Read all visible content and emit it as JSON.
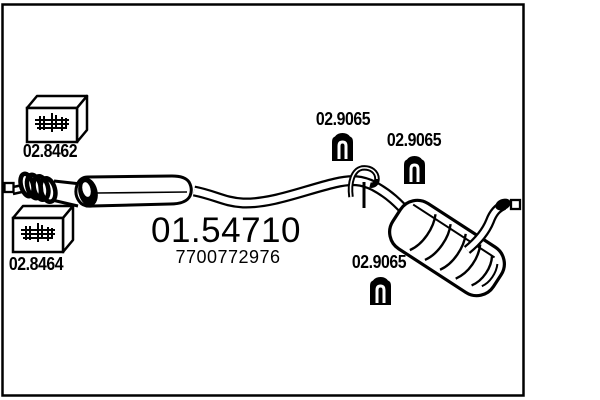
{
  "diagram": {
    "background": "#ffffff",
    "line_color": "#000000",
    "main_part": {
      "code": "01.54710",
      "oem_ref": "7700772976"
    },
    "gasket_kits": [
      {
        "code": "02.8462"
      },
      {
        "code": "02.8464"
      }
    ],
    "clamps": [
      {
        "code": "02.9065"
      },
      {
        "code": "02.9065"
      },
      {
        "code": "02.9065"
      }
    ]
  }
}
